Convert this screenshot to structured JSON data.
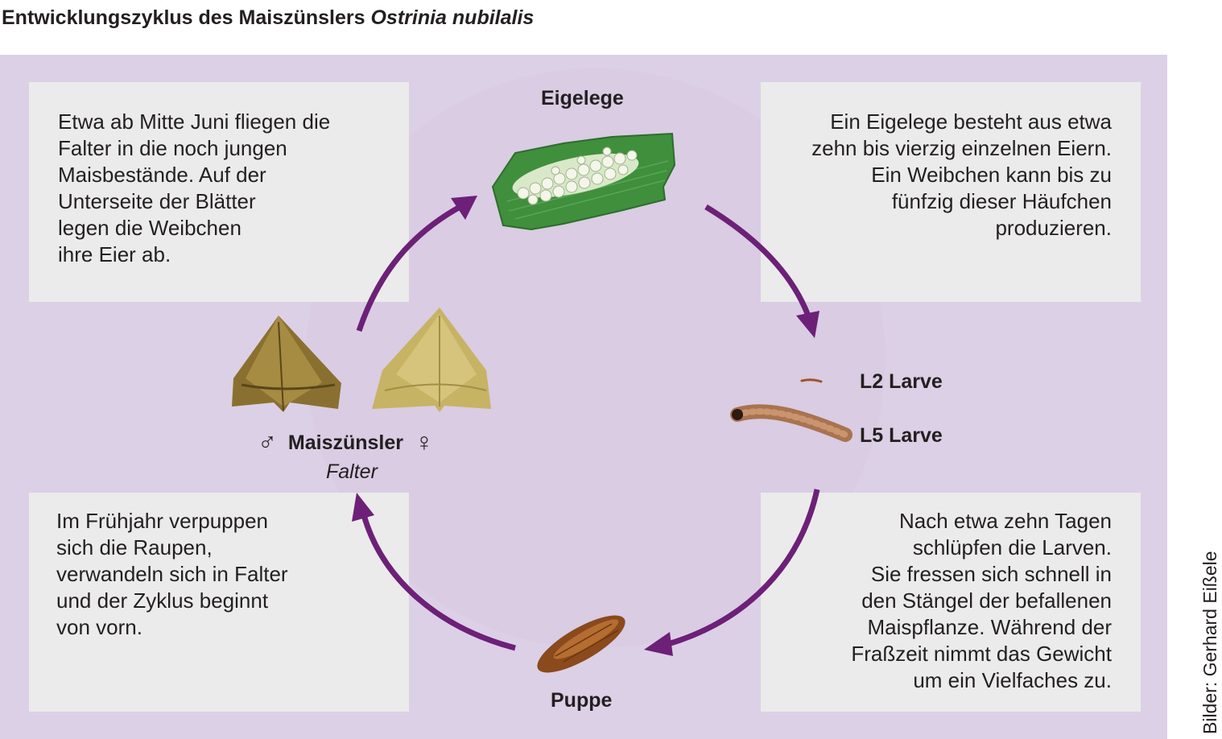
{
  "title": {
    "main": "Entwicklungszyklus des Maiszünslers ",
    "species": "Ostrinia nubilalis"
  },
  "boxes": {
    "top_left": "Etwa ab Mitte Juni fliegen die\nFalter in die noch jungen\nMaisbestände. Auf der\nUnterseite der Blätter\nlegen die Weibchen\nihre Eier ab.",
    "top_right": "Ein Eigelege besteht aus etwa\nzehn bis vierzig einzelnen Eiern.\nEin Weibchen kann bis zu\nfünfzig dieser Häufchen\nproduzieren.",
    "bottom_left": "Im Frühjahr verpuppen\nsich die Raupen,\nverwandeln sich in Falter\nund der Zyklus beginnt\nvon vorn.",
    "bottom_right": "Nach etwa zehn Tagen\nschlüpfen die Larven.\nSie fressen sich schnell in\nden Stängel der befallenen\nMaispflanze. Während der\nFraßzeit nimmt das Gewicht\num ein Vielfaches zu."
  },
  "stages": {
    "eggs": "Eigelege",
    "larva_l2": "L2 Larve",
    "larva_l5": "L5 Larve",
    "pupa": "Puppe",
    "moth": "Maiszünsler",
    "moth_sub": "Falter",
    "male_symbol": "♂",
    "female_symbol": "♀"
  },
  "credit": "Bilder: Gerhard Eißele",
  "colors": {
    "panel": "#dcd0e6",
    "arrow": "#6d2077",
    "box": "#ebebeb"
  }
}
